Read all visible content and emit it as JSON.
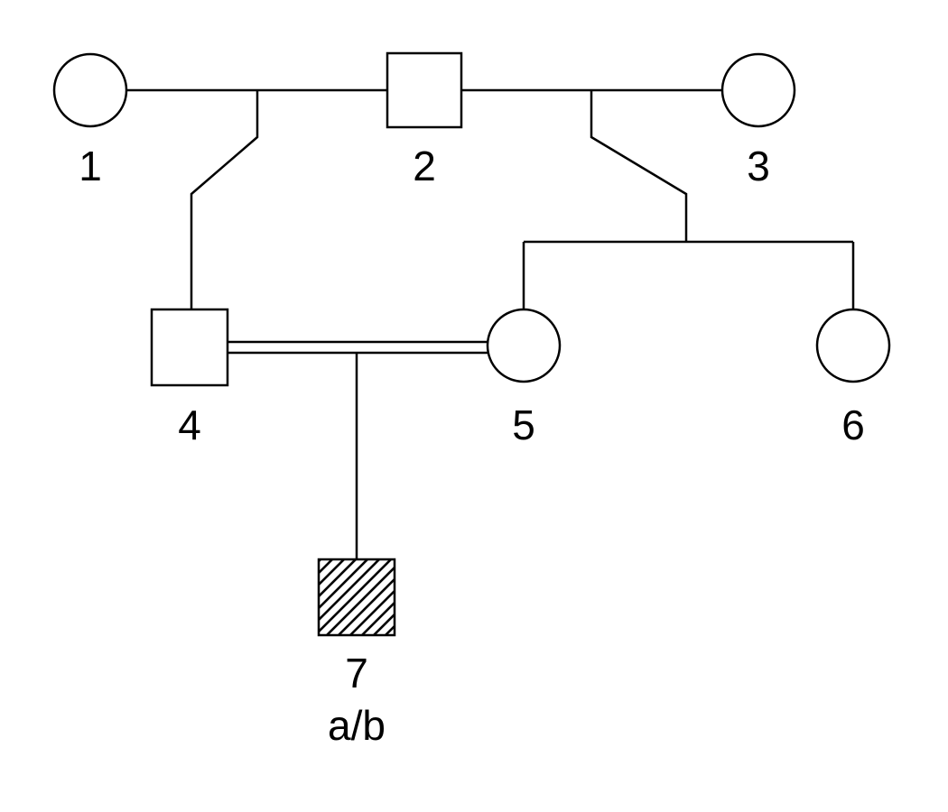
{
  "diagram": {
    "type": "pedigree-chart",
    "background": "#ffffff",
    "line_color": "#000000",
    "individuals": [
      {
        "id": 1,
        "label": "1",
        "sex": "female",
        "symbol": "circle",
        "affected": false,
        "generation": 1
      },
      {
        "id": 2,
        "label": "2",
        "sex": "male",
        "symbol": "square",
        "affected": false,
        "generation": 1
      },
      {
        "id": 3,
        "label": "3",
        "sex": "female",
        "symbol": "circle",
        "affected": false,
        "generation": 1
      },
      {
        "id": 4,
        "label": "4",
        "sex": "male",
        "symbol": "square",
        "affected": false,
        "generation": 2
      },
      {
        "id": 5,
        "label": "5",
        "sex": "female",
        "symbol": "circle",
        "affected": false,
        "generation": 2
      },
      {
        "id": 6,
        "label": "6",
        "sex": "female",
        "symbol": "circle",
        "affected": false,
        "generation": 2
      },
      {
        "id": 7,
        "label": "7",
        "sex": "male",
        "symbol": "hatched-square",
        "affected": true,
        "generation": 3,
        "genotype": "a/b"
      }
    ],
    "matings": [
      {
        "partners": [
          "1",
          "2"
        ],
        "consanguineous": false,
        "children": [
          "4"
        ]
      },
      {
        "partners": [
          "2",
          "3"
        ],
        "consanguineous": false,
        "children": [
          "5",
          "6"
        ]
      },
      {
        "partners": [
          "4",
          "5"
        ],
        "consanguineous": true,
        "children": [
          "7"
        ]
      }
    ]
  }
}
